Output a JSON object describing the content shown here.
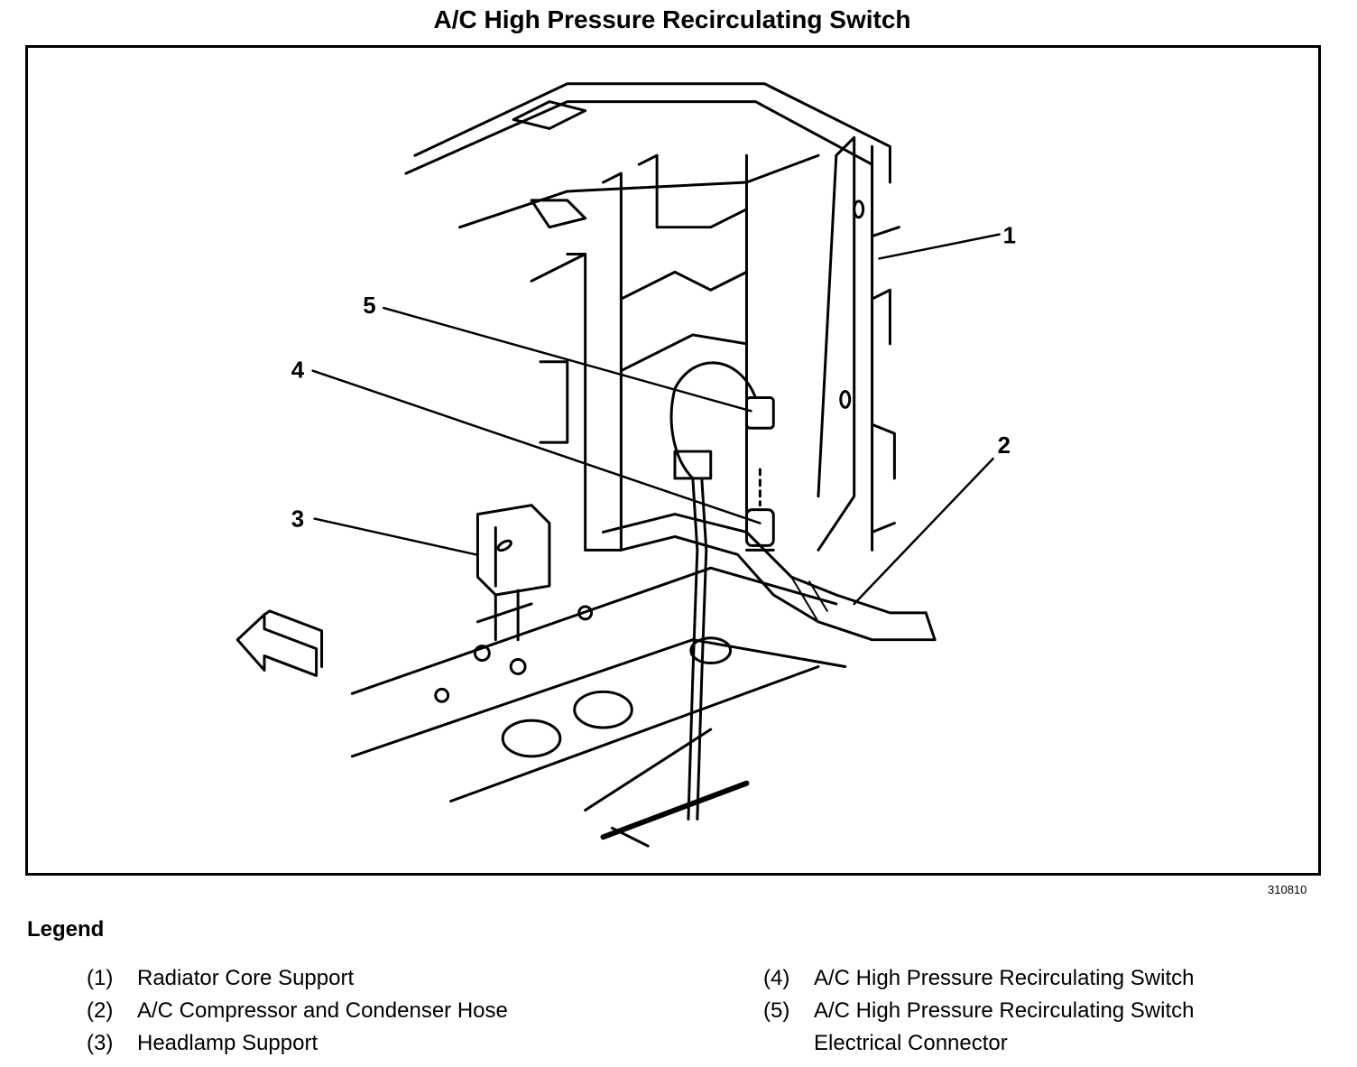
{
  "title": "A/C High Pressure Recirculating Switch",
  "figure_id": "310810",
  "callouts": [
    "1",
    "2",
    "3",
    "4",
    "5"
  ],
  "legend": {
    "heading": "Legend",
    "items": [
      {
        "num": "(1)",
        "label": "Radiator Core Support"
      },
      {
        "num": "(2)",
        "label": "A/C Compressor and Condenser Hose"
      },
      {
        "num": "(3)",
        "label": "Headlamp Support"
      },
      {
        "num": "(4)",
        "label": "A/C High Pressure Recirculating Switch"
      },
      {
        "num": "(5)",
        "label": "A/C High Pressure Recirculating Switch Electrical Connector"
      }
    ]
  }
}
